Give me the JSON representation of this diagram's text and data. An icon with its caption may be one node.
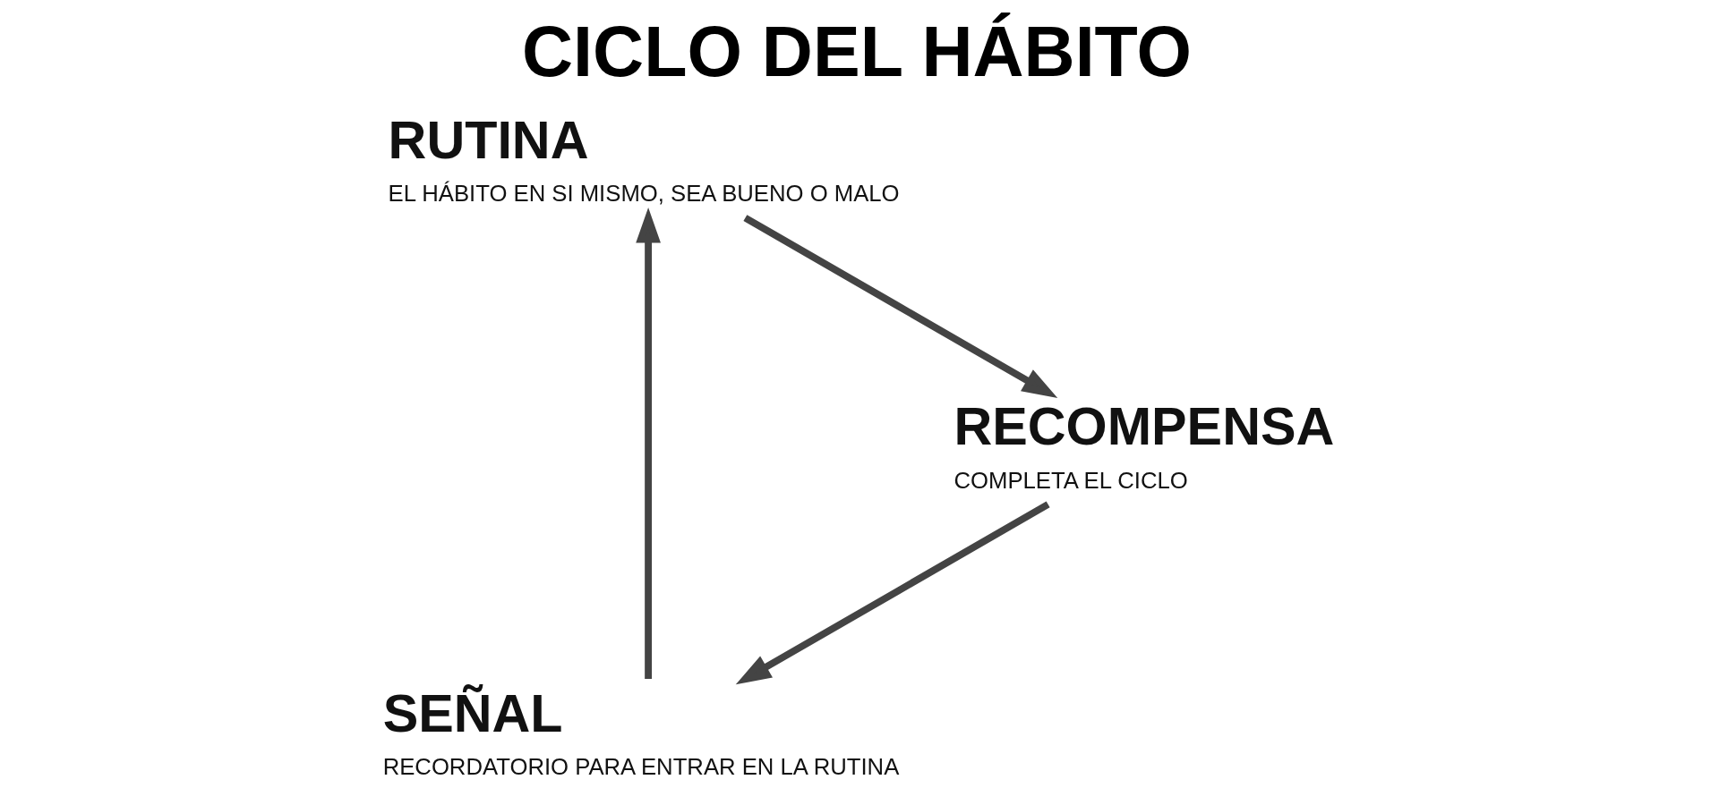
{
  "diagram": {
    "title": "CICLO DEL HÁBITO",
    "nodes": [
      {
        "text": [
          "SEÑAL",
          "RECORDATORIO PARA ENTRAR EN LA RUTINA"
        ]
      },
      {
        "text": [
          "RUTINA",
          "EL HÁBITO EN SI MISMO, SEA BUENO O MALO"
        ]
      },
      {
        "text": [
          "RECOMPENSA",
          "COMPLETA EL CICLO"
        ]
      }
    ],
    "edges": [
      {
        "from": 2,
        "to": 0,
        "arrow": "to"
      },
      {
        "from": 0,
        "to": 1,
        "arrow": "to"
      },
      {
        "from": 1,
        "to": 2,
        "arrow": "to"
      }
    ]
  }
}
